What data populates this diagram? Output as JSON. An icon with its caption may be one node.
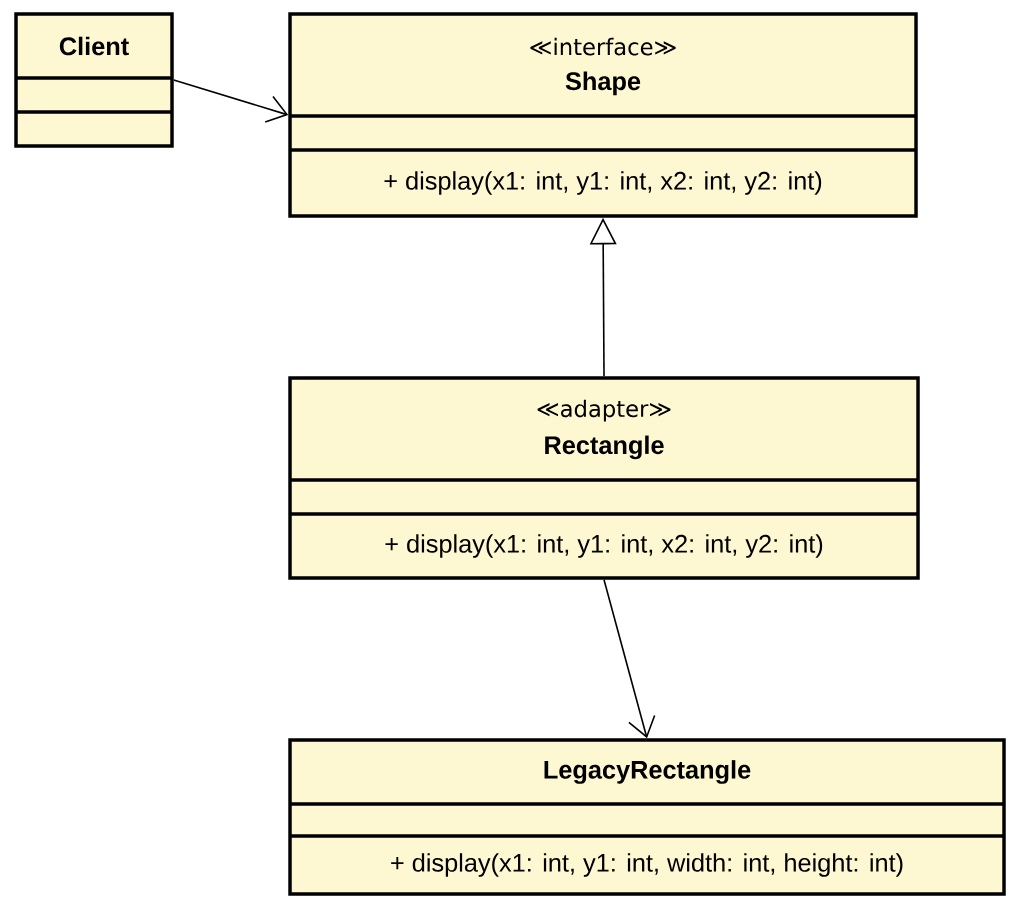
{
  "diagram": {
    "nodes": [
      {
        "text": [
          "Client"
        ]
      },
      {
        "text": [
          "≪interface≫",
          "Shape",
          "+ display(x1: int, y1: int, x2: int, y2: int)"
        ]
      },
      {
        "text": [
          "≪adapter≫",
          "Rectangle",
          "+ display(x1: int, y1: int, x2: int, y2: int)"
        ]
      },
      {
        "text": [
          "LegacyRectangle",
          "+ display(x1: int, y1: int, width: int, height: int)"
        ]
      }
    ],
    "edges": [
      {
        "from": 0,
        "to": 1,
        "arrow": "to"
      },
      {
        "from": 2,
        "to": 1,
        "arrow": "to"
      },
      {
        "from": 2,
        "to": 3,
        "arrow": "to"
      }
    ]
  }
}
